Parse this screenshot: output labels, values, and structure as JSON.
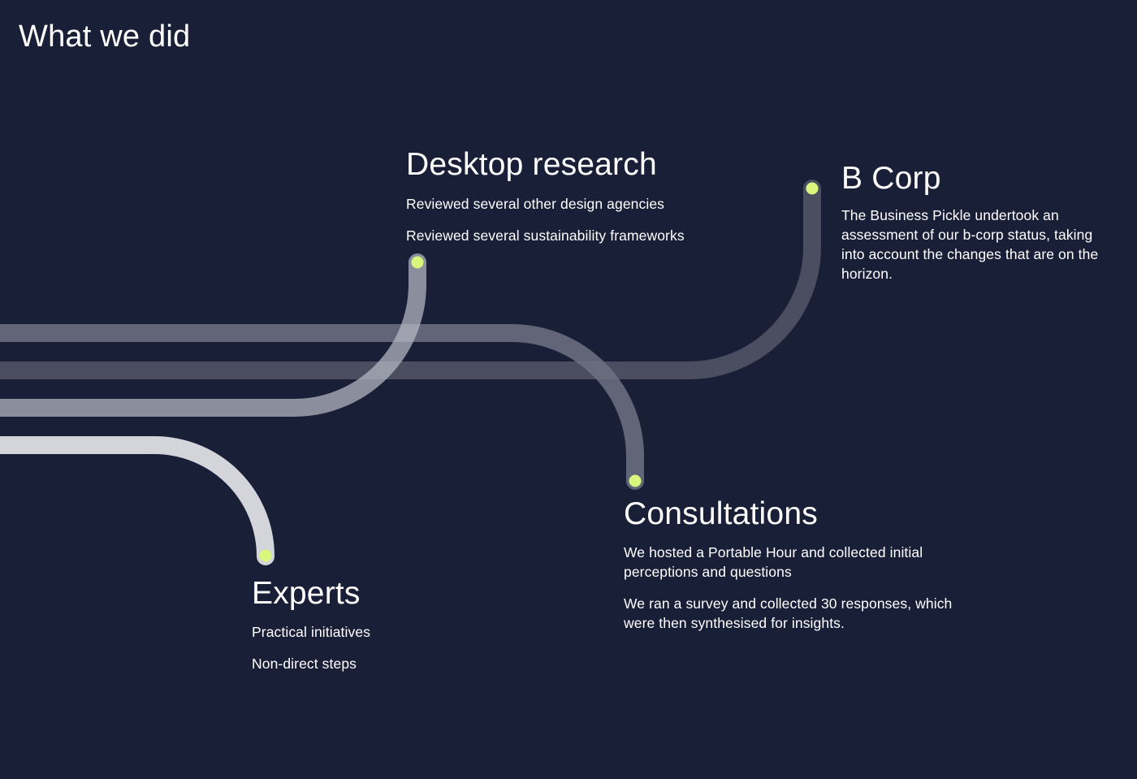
{
  "page": {
    "title": "What we did"
  },
  "colors": {
    "background": "#1a1f38",
    "text": "#ffffff",
    "dot": "#d9f77c",
    "track_experts": "#d4d5da",
    "track_desktop": "#9da0ad",
    "track_consultations": "#6e7283",
    "track_bcorp": "#4a4e60"
  },
  "sections": {
    "desktop_research": {
      "title": "Desktop research",
      "items": [
        "Reviewed several other design agencies",
        "Reviewed several sustainability frameworks"
      ]
    },
    "b_corp": {
      "title": "B Corp",
      "description": "The Business Pickle undertook an assessment of our b-corp status, taking into account the changes that are on the horizon."
    },
    "consultations": {
      "title": "Consultations",
      "items": [
        "We hosted a Portable Hour and collected initial perceptions and questions",
        "We ran a survey and collected 30 responses, which were then synthesised for insights."
      ]
    },
    "experts": {
      "title": "Experts",
      "items": [
        "Practical initiatives",
        "Non-direct steps"
      ]
    }
  }
}
